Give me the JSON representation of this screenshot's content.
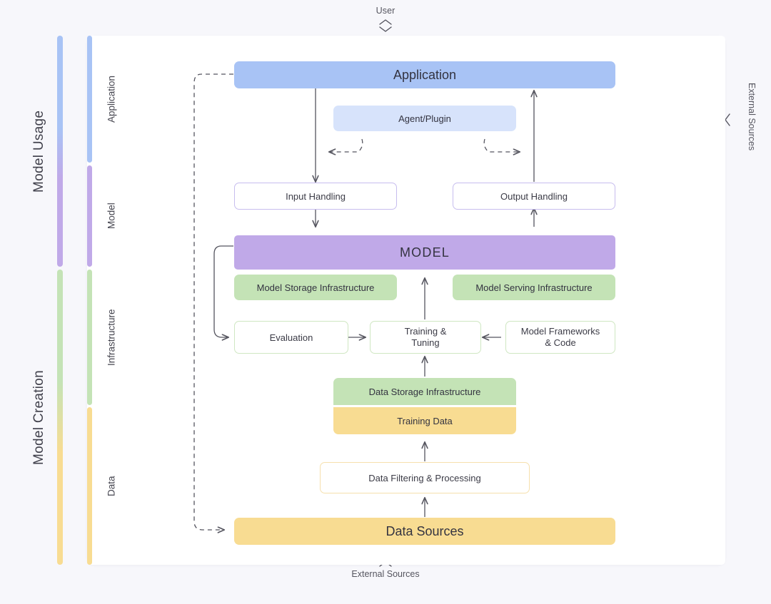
{
  "colors": {
    "background": "#f7f7fb",
    "panel": "#ffffff",
    "application": "#a8c3f5",
    "agent_plugin": "#d7e3fb",
    "model": "#c0a9e8",
    "infrastructure": "#c4e3b6",
    "data": "#f8dc92",
    "stroke": "#55555f",
    "model_border": "#c7bdee",
    "infra_border": "#cfe7c2",
    "data_border": "#f6e0ad"
  },
  "connectors": {
    "top": {
      "label": "User",
      "icon_up": "chevron-up-icon",
      "icon_down": "chevron-down-icon"
    },
    "bottom": {
      "label": "External Sources",
      "icon": "chevron-up-icon"
    },
    "right": {
      "label": "External Sources",
      "icon": "chevron-left-icon"
    }
  },
  "groups": [
    {
      "id": "model-usage",
      "label": "Model Usage"
    },
    {
      "id": "model-creation",
      "label": "Model Creation"
    }
  ],
  "rows": [
    {
      "id": "application",
      "label": "Application"
    },
    {
      "id": "model",
      "label": "Model"
    },
    {
      "id": "infrastructure",
      "label": "Infrastructure"
    },
    {
      "id": "data",
      "label": "Data"
    }
  ],
  "nodes": {
    "application": "Application",
    "agent_plugin": "Agent/Plugin",
    "input_handling": "Input Handling",
    "output_handling": "Output Handling",
    "model": "MODEL",
    "model_storage": "Model Storage Infrastructure",
    "model_serving": "Model Serving Infrastructure",
    "evaluation": "Evaluation",
    "training_tuning": "Training &\nTuning",
    "training_tuning_line1": "Training &",
    "training_tuning_line2": "Tuning",
    "model_frameworks_line1": "Model Frameworks",
    "model_frameworks_line2": "& Code",
    "data_storage": "Data Storage Infrastructure",
    "training_data": "Training Data",
    "data_filtering": "Data Filtering & Processing",
    "data_sources": "Data Sources"
  }
}
